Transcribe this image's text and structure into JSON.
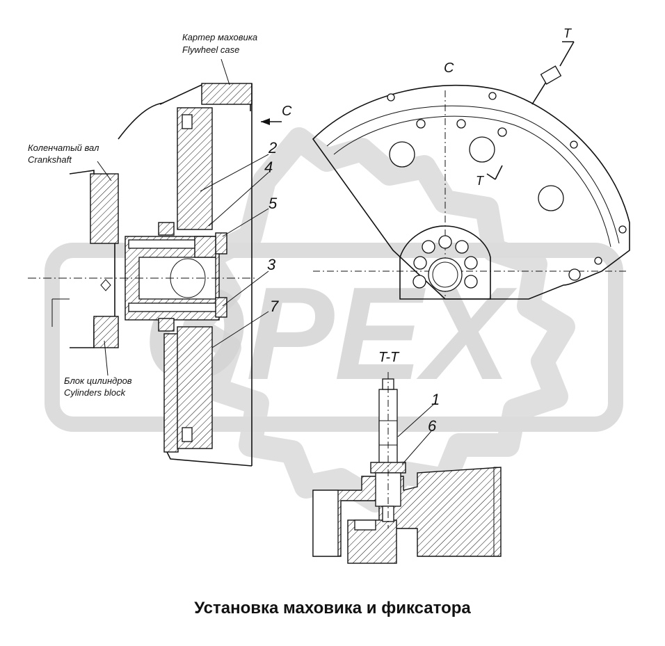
{
  "labels": {
    "flywheel_case_ru": "Картер маховика",
    "flywheel_case_en": "Flywheel case",
    "crankshaft_ru": "Коленчатый вал",
    "crankshaft_en": "Crankshaft",
    "cylinders_block_ru": "Блок цилиндров",
    "cylinders_block_en": "Cylinders block",
    "view_c": "C",
    "view_c_arrow": "C",
    "section_t_top": "T",
    "section_t_mid": "T",
    "section_tt": "T-T"
  },
  "callouts": [
    "2",
    "4",
    "5",
    "3",
    "7",
    "1",
    "6"
  ],
  "watermark": "OPEX",
  "caption": "Установка маховика и фиксатора",
  "colors": {
    "line": "#111111",
    "watermark": "#d4d4d4"
  }
}
